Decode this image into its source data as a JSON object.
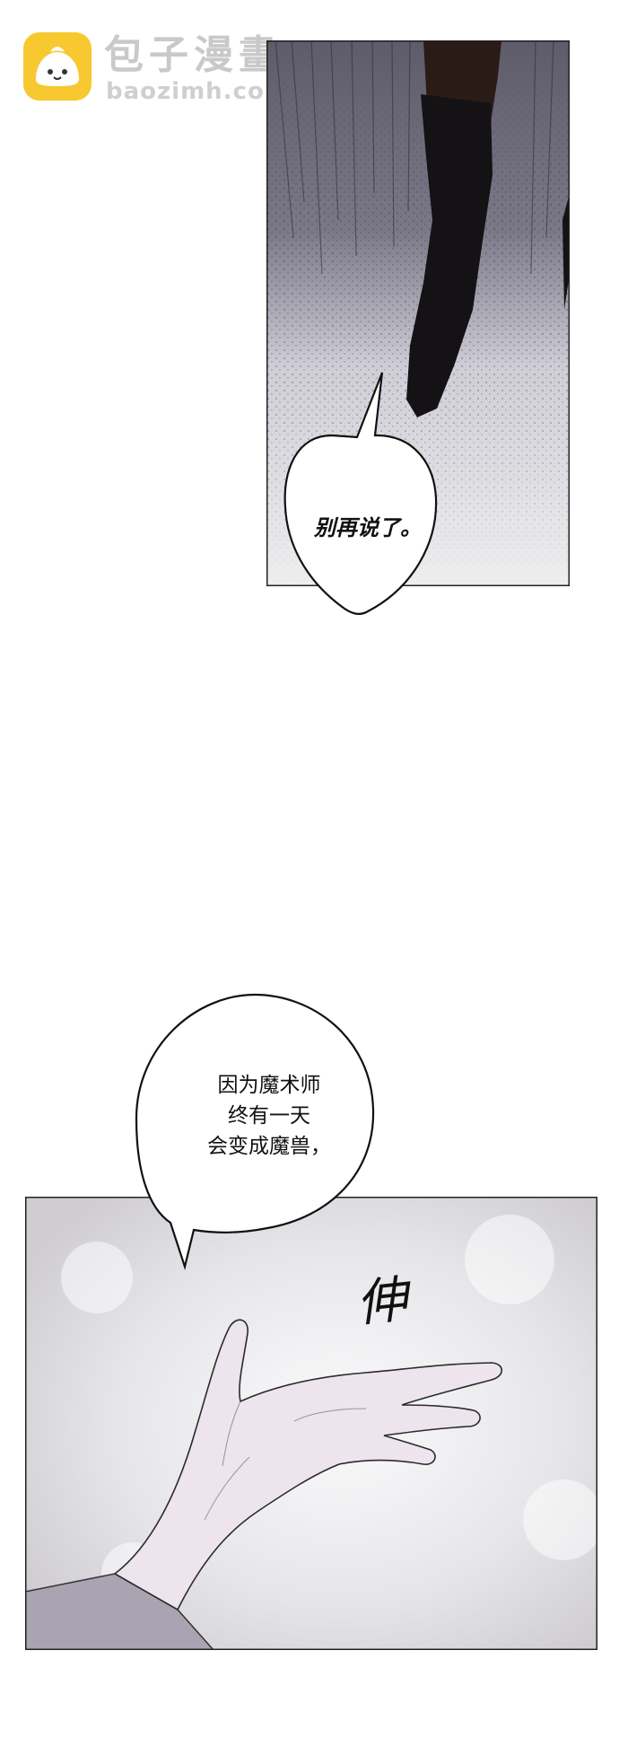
{
  "watermark": {
    "title": "包子漫畫",
    "site": "baozimh.com",
    "logo_icon": "bun-mascot-icon",
    "logo_color": "#f7c830"
  },
  "panel1": {
    "speech": "别再说了。"
  },
  "panel2": {
    "speech_lines": [
      "因为魔术师",
      "终有一天",
      "会变成魔兽，"
    ],
    "sfx": "伸"
  }
}
